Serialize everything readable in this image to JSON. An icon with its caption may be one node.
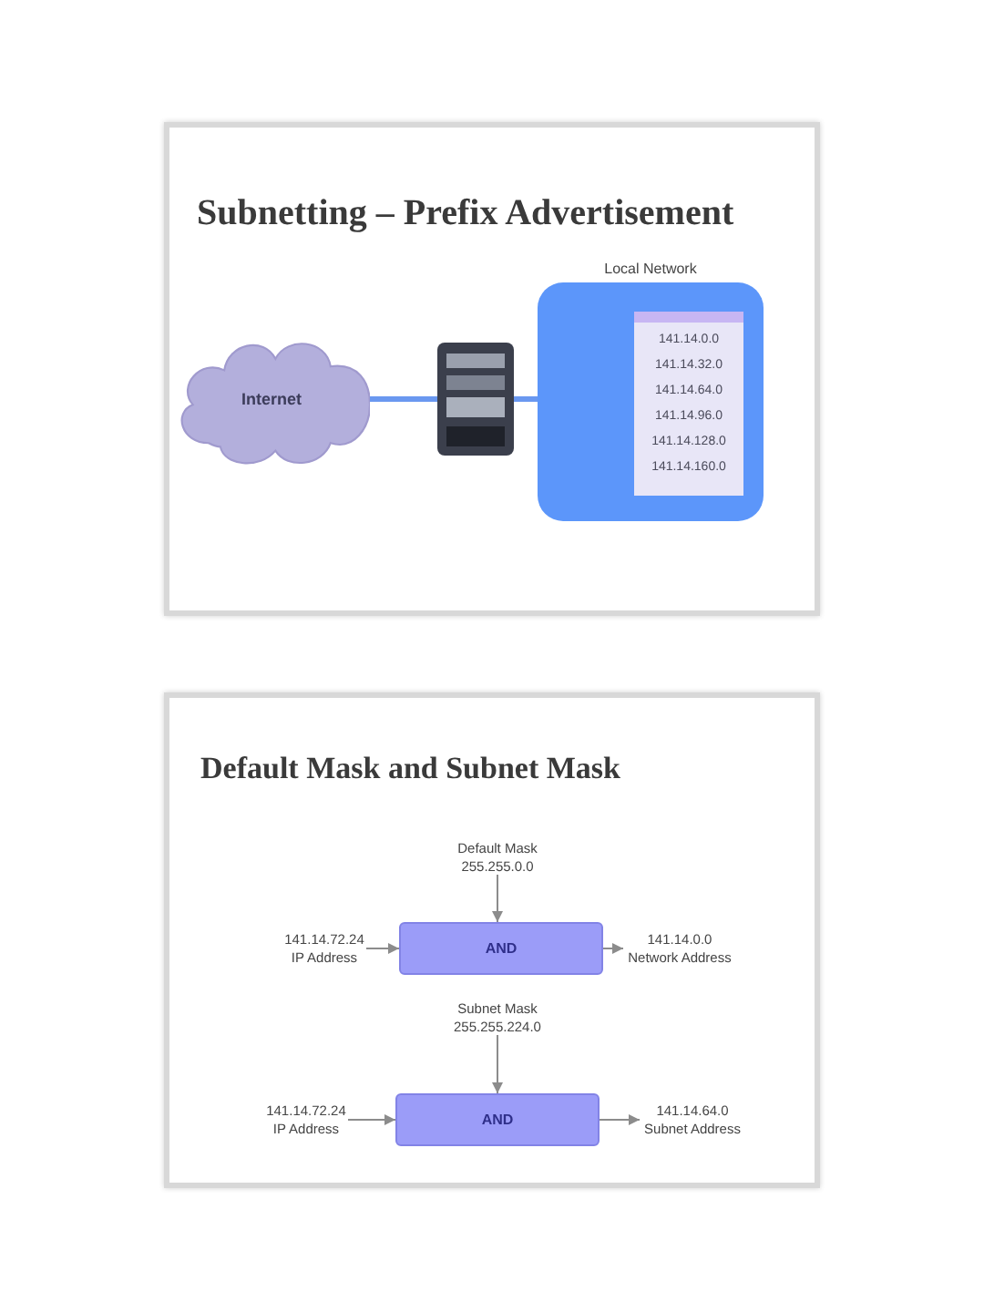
{
  "diagram": {
    "nodes": [
      {
        "text": [
          "Subnetting – Prefix Advertisement"
        ]
      },
      {
        "text": [
          "Internet"
        ],
        "in": 0
      },
      {
        "text": [],
        "shape": "picture",
        "in": 0
      },
      {
        "text": [
          "Local Network"
        ],
        "in": 0
      },
      {
        "text": [
          "141.14.0.0",
          "141.14.32.0",
          "141.14.64.0",
          "141.14.96.0",
          "141.14.128.0",
          "141.14.160.0"
        ],
        "in": 3
      },
      {
        "text": [
          "Default Mask and Subnet Mask"
        ]
      },
      {
        "text": [
          "Default Mask 255.255.0.0"
        ],
        "in": 5
      },
      {
        "text": [
          "141.14.72.24 IP Address"
        ],
        "in": 5
      },
      {
        "text": [
          "AND"
        ],
        "in": 5
      },
      {
        "text": [
          "141.14.0.0 Network Address"
        ],
        "in": 5
      },
      {
        "text": [
          "Subnet Mask 255.255.224.0"
        ],
        "in": 5
      },
      {
        "text": [
          "141.14.72.24 IP Address"
        ],
        "in": 5
      },
      {
        "text": [
          "AND"
        ],
        "in": 5
      },
      {
        "text": [
          "141.14.64.0 Subnet Address"
        ],
        "in": 5
      }
    ],
    "edges": [
      {
        "from": 1,
        "to": 2,
        "arrow": "none",
        "style": "thick",
        "color": "#6a98f0"
      },
      {
        "from": 2,
        "to": 3,
        "arrow": "none",
        "style": "thick",
        "color": "#6a98f0"
      },
      {
        "from": 6,
        "to": 8,
        "arrow": "to"
      },
      {
        "from": 7,
        "to": 8,
        "arrow": "to"
      },
      {
        "from": 8,
        "to": 9,
        "arrow": "to"
      },
      {
        "from": 10,
        "to": 12,
        "arrow": "to"
      },
      {
        "from": 11,
        "to": 12,
        "arrow": "to"
      },
      {
        "from": 12,
        "to": 13,
        "arrow": "to"
      }
    ]
  }
}
